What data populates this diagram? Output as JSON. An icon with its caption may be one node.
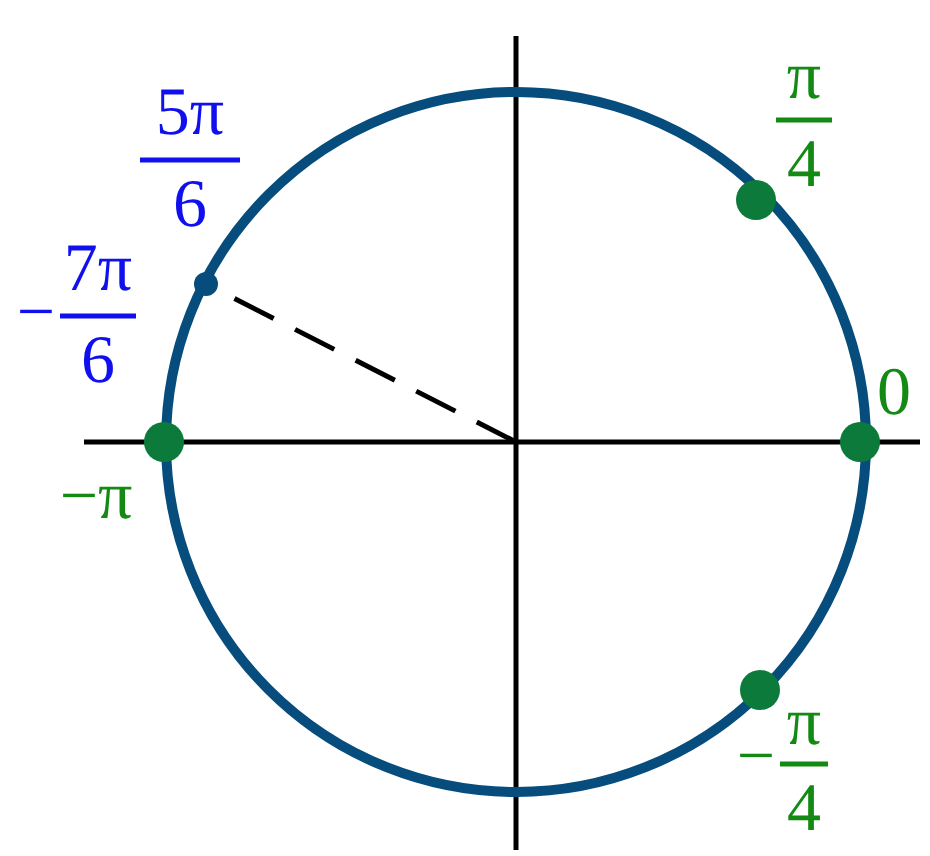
{
  "diagram": {
    "nodes": [
      {
        "text": [],
        "shape": "circle",
        "beside": [
          "π",
          "4"
        ]
      },
      {
        "text": [],
        "shape": "circle",
        "beside": [
          "5π",
          "6",
          "−",
          "7π",
          "6"
        ]
      },
      {
        "text": [],
        "shape": "circle",
        "beside": [
          "−π"
        ]
      },
      {
        "text": [],
        "shape": "circle",
        "beside": [
          "0"
        ]
      },
      {
        "text": [],
        "shape": "circle",
        "beside": [
          "−",
          "π",
          "4"
        ]
      }
    ],
    "edges": [
      {
        "from": null,
        "to": 1,
        "arrow": "none",
        "style": "dashed"
      }
    ]
  }
}
